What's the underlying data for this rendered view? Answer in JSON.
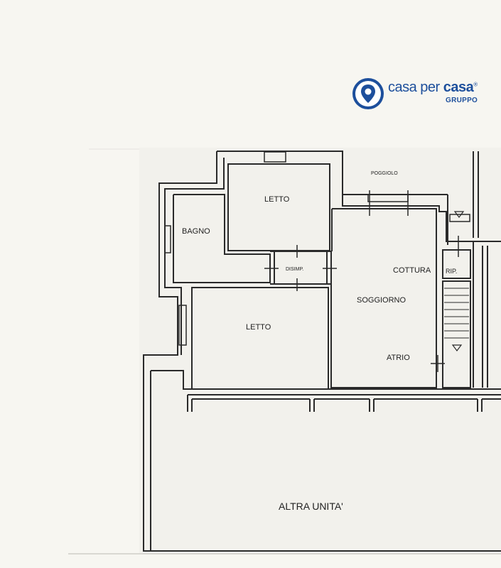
{
  "logo": {
    "brand_prefix": "casa per",
    "brand_suffix": "casa",
    "trademark": "®",
    "subtitle": "GRUPPO",
    "color": "#1d4f9c",
    "icon": "location-pin-icon"
  },
  "rooms": {
    "poggiolo": "POGGIOLO",
    "letto_top": "LETTO",
    "bagno": "BAGNO",
    "disimpegno": "DISIMP.",
    "cottura": "COTTURA",
    "ripostiglio": "RIP.",
    "soggiorno": "SOGGIORNO",
    "letto_bottom": "LETTO",
    "atrio": "ATRIO",
    "altra_unita": "ALTRA UNITA'"
  },
  "colors": {
    "wall": "#2a2a2a",
    "paper": "#f7f6f1",
    "plan_paper": "#f2f1ec"
  }
}
